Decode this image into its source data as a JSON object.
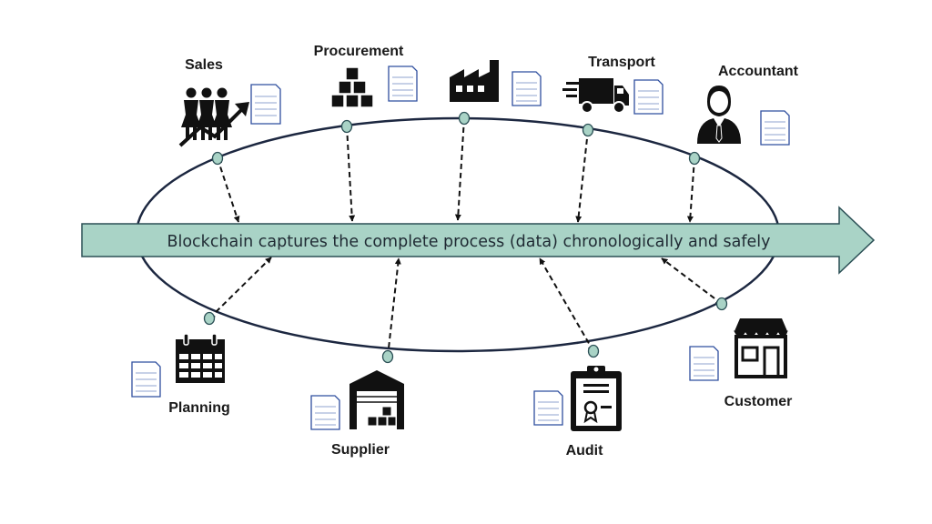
{
  "banner": {
    "text": "Blockchain captures the complete process (data) chronologically and safely"
  },
  "nodes": {
    "sales": "Sales",
    "procurement": "Procurement",
    "transport": "Transport",
    "accountant": "Accountant",
    "planning": "Planning",
    "supplier": "Supplier",
    "audit": "Audit",
    "customer": "Customer"
  },
  "icons": {
    "sales": "sales-team-growth-icon",
    "procurement": "stacked-boxes-icon",
    "factory": "factory-icon",
    "transport": "delivery-truck-icon",
    "accountant": "businessman-icon",
    "planning": "calendar-icon",
    "supplier": "warehouse-icon",
    "audit": "clipboard-certificate-icon",
    "customer": "storefront-icon",
    "document": "document-icon"
  },
  "colors": {
    "banner_fill": "#a9d3c6",
    "banner_stroke": "#2b4f55",
    "ellipse_stroke": "#1c2740",
    "document_stroke": "#2f4f9f"
  }
}
